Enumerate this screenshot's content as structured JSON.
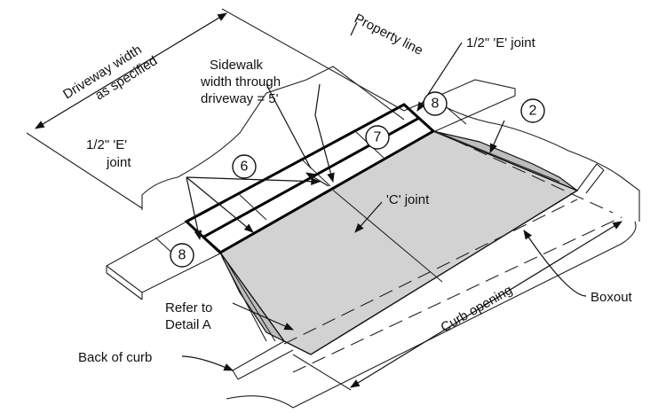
{
  "labels": {
    "driveway_width_line1": "Driveway width",
    "driveway_width_line2": "as specified",
    "property_line": "Property line",
    "e_joint_top": "1/2\" 'E' joint",
    "sidewalk_line1": "Sidewalk",
    "sidewalk_line2": "width through",
    "sidewalk_line3": "driveway = 5'",
    "e_joint_left_line1": "1/2\" 'E'",
    "e_joint_left_line2": "joint",
    "c_joint": "'C' joint",
    "refer_line1": "Refer to",
    "refer_line2": "Detail A",
    "back_of_curb": "Back of curb",
    "curb_opening": "Curb opening",
    "boxout": "Boxout"
  },
  "callouts": {
    "c2": "2",
    "c6": "6",
    "c7": "7",
    "c8_top": "8",
    "c8_left": "8"
  },
  "colors": {
    "apron_fill": "#d2d2d2",
    "line": "#111111"
  }
}
